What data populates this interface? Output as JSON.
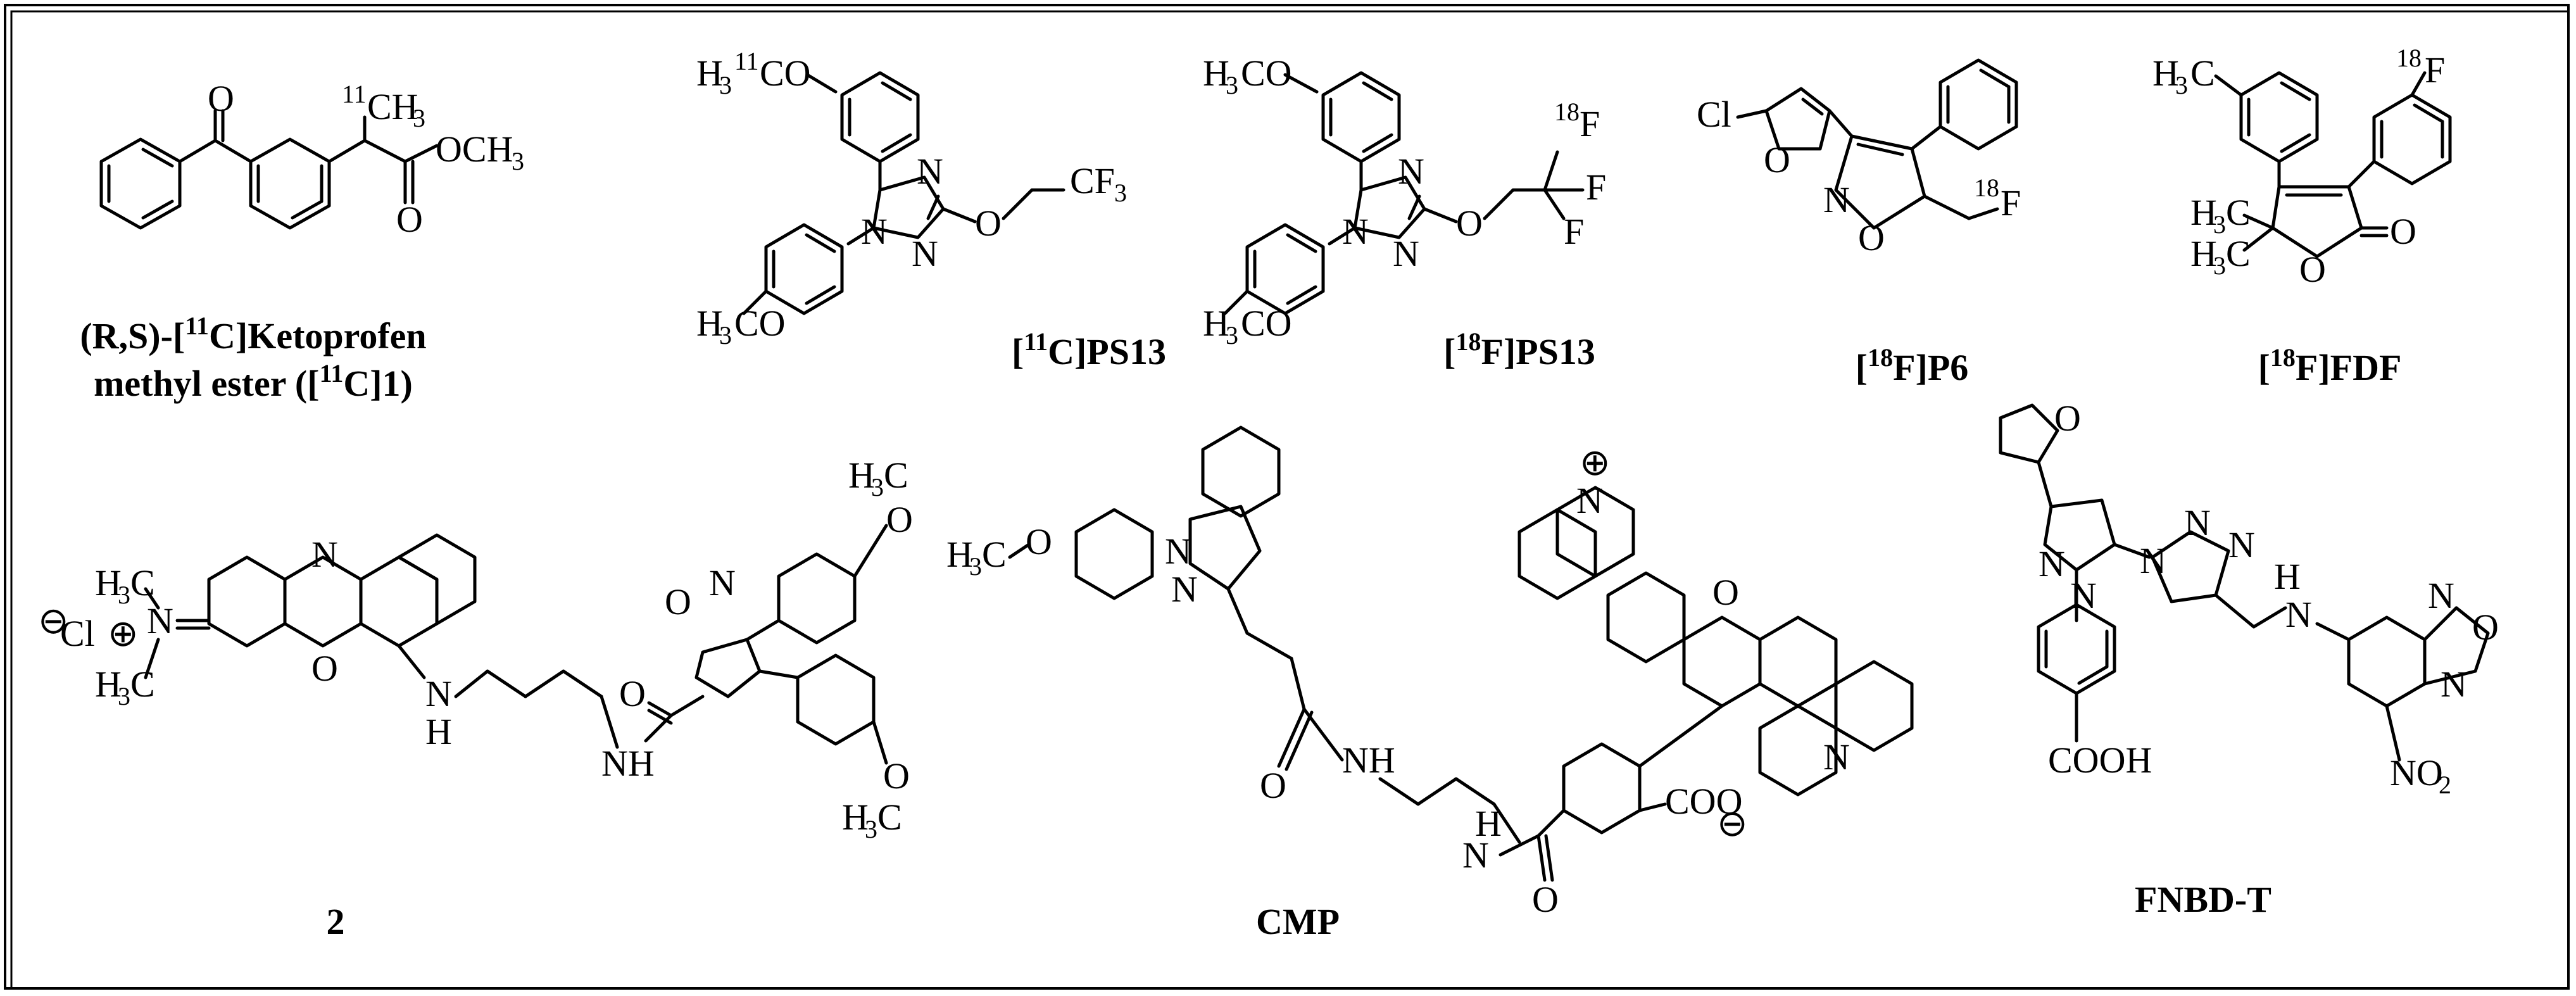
{
  "compounds": [
    {
      "id": "ketoprofen",
      "caption_parts": [
        "(R,S)-[",
        "11",
        "C]Ketoprofen"
      ],
      "caption_line2_parts": [
        "methyl ester ([",
        "11",
        "C]1)"
      ]
    },
    {
      "id": "c11-ps13",
      "caption_parts": [
        "[",
        "11",
        "C]PS13"
      ]
    },
    {
      "id": "f18-ps13",
      "caption_parts": [
        "[",
        "18",
        "F]PS13"
      ]
    },
    {
      "id": "f18-p6",
      "caption_parts": [
        "[",
        "18",
        "F]P6"
      ]
    },
    {
      "id": "f18-fdf",
      "caption_parts": [
        "[",
        "18",
        "F]FDF"
      ]
    },
    {
      "id": "cmpd-2",
      "caption_parts": [
        "2"
      ]
    },
    {
      "id": "cmp",
      "caption_parts": [
        "CMP"
      ]
    },
    {
      "id": "fnbd-t",
      "caption_parts": [
        "FNBD-T"
      ]
    }
  ],
  "labels": {
    "k_O": "O",
    "k_11CH3_sup": "11",
    "k_CH3": "CH",
    "k_CH3_sub": "3",
    "k_OCH3": "OCH",
    "k_OCH3_sub": "3",
    "k_O2": "O",
    "ps13a_H3": "H",
    "ps13a_3": "3",
    "ps13a_11": "11",
    "ps13a_CO": "CO",
    "ps13a_N1": "N",
    "ps13a_N2": "N",
    "ps13a_N3": "N",
    "ps13a_O": "O",
    "ps13a_CF3": "CF",
    "ps13a_CF3_sub": "3",
    "ps13a_H3CO": "H",
    "ps13a_H3CO_sub": "3",
    "ps13a_CO2": "CO",
    "ps13b_H3CO": "H",
    "ps13b_sub": "3",
    "ps13b_CO": "CO",
    "ps13b_N1": "N",
    "ps13b_N2": "N",
    "ps13b_N3": "N",
    "ps13b_O": "O",
    "ps13b_18": "18",
    "ps13b_F1": "F",
    "ps13b_F2": "F",
    "ps13b_F3": "F",
    "ps13b_H3CO2": "H",
    "ps13b_sub2": "3",
    "ps13b_CO2": "CO",
    "p6_Cl": "Cl",
    "p6_O1": "O",
    "p6_N": "N",
    "p6_O2": "O",
    "p6_18": "18",
    "p6_F": "F",
    "fdf_H3C": "H",
    "fdf_sub": "3",
    "fdf_C": "C",
    "fdf_18": "18",
    "fdf_F": "F",
    "fdf_H3C2": "H",
    "fdf_sub2": "3",
    "fdf_C2": "C",
    "fdf_H3C3": "H",
    "fdf_sub3": "3",
    "fdf_C3": "C",
    "fdf_O1": "O",
    "fdf_O2": "O",
    "c2_Cl": "Cl",
    "c2_H3C": "H",
    "c2_sub": "3",
    "c2_C": "C",
    "c2_N": "N",
    "c2_H3C2": "H",
    "c2_sub2": "3",
    "c2_C2": "C",
    "c2_N2": "N",
    "c2_O": "O",
    "c2_N3": "N",
    "c2_H": "H",
    "c2_O2": "O",
    "c2_NH": "NH",
    "c2_O3": "O",
    "c2_N4": "N",
    "c2_H3C3": "H",
    "c2_sub3": "3",
    "c2_C3": "C",
    "c2_O4": "O",
    "c2_O5": "O",
    "c2_H3C4": "H",
    "c2_sub4": "3",
    "c2_C4": "C",
    "cmp_H3C": "H",
    "cmp_sub": "3",
    "cmp_CO": "C",
    "cmp_O": "O",
    "cmp_N1": "N",
    "cmp_N2": "N",
    "cmp_O2": "O",
    "cmp_NH": "NH",
    "cmp_N3": "N",
    "cmp_H": "H",
    "cmp_O3": "O",
    "cmp_COO": "COO",
    "cmp_O4": "O",
    "cmp_N4": "N",
    "fn_O": "O",
    "fn_N1": "N",
    "fn_N2": "N",
    "fn_N3": "N",
    "fn_N4": "N",
    "fn_N5": "N",
    "fn_N6": "N",
    "fn_H": "H",
    "fn_N7": "N",
    "fn_O2": "O",
    "fn_N8": "N",
    "fn_COOH": "COOH",
    "fn_NO2": "NO",
    "fn_NO2_sub": "2"
  }
}
